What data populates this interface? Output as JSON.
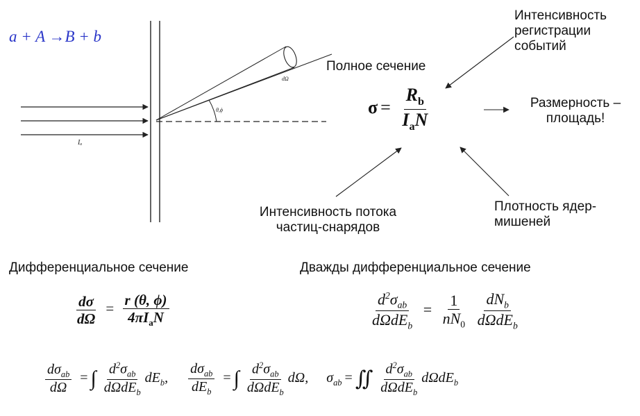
{
  "reaction": "a + A →B + b",
  "schematic": {
    "beam_label": "Iₐ",
    "solid_angle_label": "dΩ",
    "angle_label": "θ,ϕ"
  },
  "labels": {
    "event_rate": "Интенсивность регистрации событий",
    "total_cross_section": "Полное сечение",
    "dimension": "Размерность – площадь!",
    "flux": "Интенсивность потока частиц-снарядов",
    "target_density": "Плотность ядер-мишеней",
    "differential": "Дифференциальное сечение",
    "double_differential": "Дважды дифференциальное сечение"
  },
  "colors": {
    "reaction_text": "#2a36c8",
    "text": "#111111",
    "lines": "#222222"
  }
}
